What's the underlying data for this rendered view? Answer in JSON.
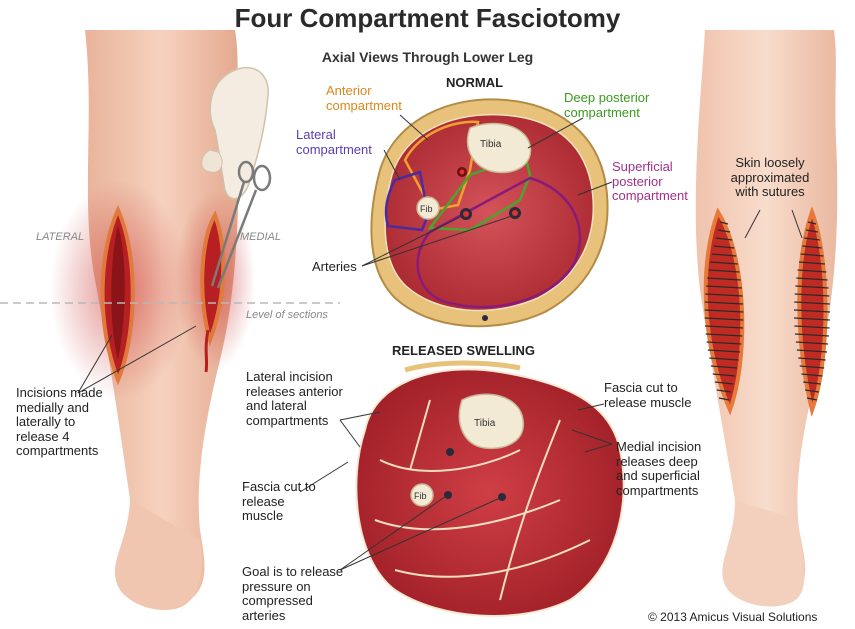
{
  "title": "Four Compartment Fasciotomy",
  "subtitle": "Axial Views Through Lower Leg",
  "normal_section": {
    "heading": "NORMAL",
    "anterior": "Anterior compartment",
    "lateral": "Lateral compartment",
    "deep_posterior": "Deep posterior compartment",
    "superficial_posterior": "Superficial posterior compartment",
    "tibia": "Tibia",
    "fib": "Fib",
    "arteries": "Arteries"
  },
  "released_section": {
    "heading": "RELEASED SWELLING",
    "tibia": "Tibia",
    "fib": "Fib",
    "lateral_incision": "Lateral incision releases anterior and lateral compartments",
    "fascia_cut_right": "Fascia cut to release muscle",
    "medial_incision": "Medial incision releases deep and superficial compartments",
    "fascia_cut_left": "Fascia cut to release muscle",
    "goal": "Goal is to release pressure on compressed arteries"
  },
  "left_leg": {
    "lateral": "LATERAL",
    "medial": "MEDIAL",
    "level": "Level of sections",
    "incisions": "Incisions made medially and laterally to release 4 compartments"
  },
  "right_leg": {
    "skin": "Skin loosely approximated with sutures"
  },
  "copyright": "© 2013 Amicus Visual Solutions",
  "colors": {
    "anterior": "#d9881c",
    "lateral": "#5a3fb0",
    "deep_posterior": "#3a9a1e",
    "superficial_posterior": "#a0308a",
    "muscle": "#c8454a",
    "skin": "#f2c3a8"
  }
}
